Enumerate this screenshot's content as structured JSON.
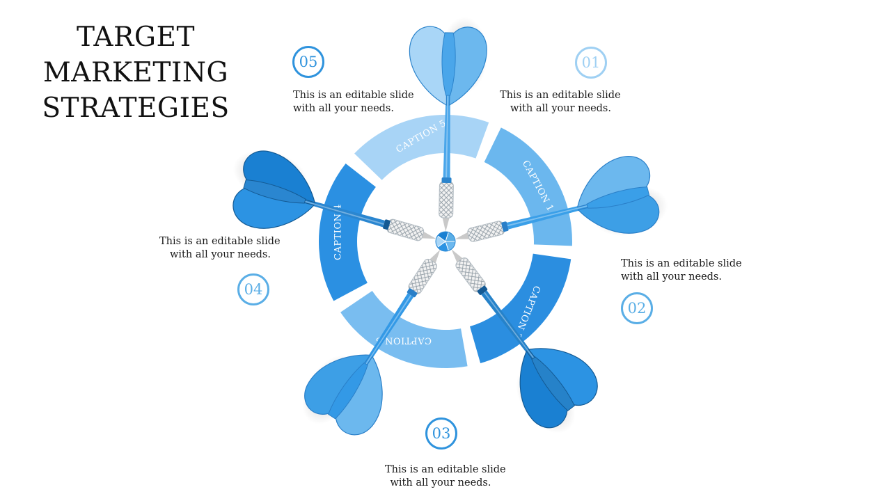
{
  "title": {
    "line1": "TARGET",
    "line2": "MARKETING",
    "line3": "STRATEGIES"
  },
  "segments": [
    {
      "number": "01",
      "caption": "CAPTION 1",
      "desc_line1": "This is an editable slide",
      "desc_line2": "with all your needs.",
      "color": "#6bb7ee",
      "circle_color": "#9fd0f3"
    },
    {
      "number": "02",
      "caption": "CAPTION 2",
      "desc_line1": "This is an editable slide",
      "desc_line2": "with all your needs.",
      "color": "#2b8ee0",
      "circle_color": "#5aaee6"
    },
    {
      "number": "03",
      "caption": "CAPTION 3",
      "desc_line1": "This is an editable slide",
      "desc_line2": "with all your needs.",
      "color": "#79bdf0",
      "circle_color": "#2f93dd"
    },
    {
      "number": "04",
      "caption": "CAPTION 4",
      "desc_line1": "This is an editable slide",
      "desc_line2": "with all your needs.",
      "color": "#2b90e2",
      "circle_color": "#5aaee6"
    },
    {
      "number": "05",
      "caption": "CAPTION 5",
      "desc_line1": "This is an editable slide",
      "desc_line2": "with all your needs.",
      "color": "#a8d4f6",
      "circle_color": "#2f93dd"
    }
  ],
  "icons": {
    "dart": "dart-icon",
    "bullseye": "bullseye-icon"
  }
}
